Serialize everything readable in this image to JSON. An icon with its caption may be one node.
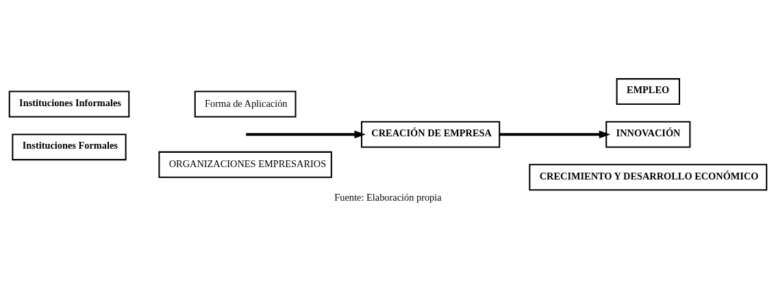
{
  "diagram": {
    "caption": "Fuente: Elaboración propia",
    "nodes": [
      {
        "text": [
          "Instituciones Informales"
        ]
      },
      {
        "text": [
          "Instituciones Formales"
        ]
      },
      {
        "text": [
          "Forma de Aplicación"
        ]
      },
      {
        "text": [
          "ORGANIZACIONES EMPRESARIOS"
        ]
      },
      {
        "text": [
          "CREACIÓN DE EMPRESA"
        ]
      },
      {
        "text": [
          "EMPLEO"
        ]
      },
      {
        "text": [
          "INNOVACIÓN"
        ]
      },
      {
        "text": [
          "CRECIMIENTO Y DESARROLLO ECONÓMICO"
        ]
      }
    ],
    "edges": [
      {
        "from": null,
        "to": 4,
        "arrow": "to"
      },
      {
        "from": 4,
        "to": 6,
        "arrow": "to"
      }
    ]
  }
}
